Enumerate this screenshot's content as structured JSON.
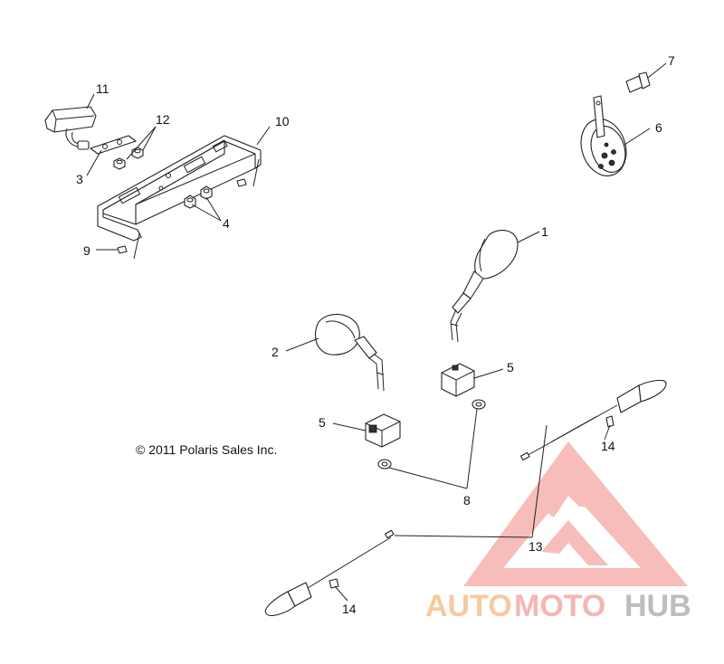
{
  "diagram": {
    "copyright": "© 2011 Polaris Sales Inc.",
    "callouts": [
      {
        "id": "11",
        "text": "11"
      },
      {
        "id": "12",
        "text": "12"
      },
      {
        "id": "10",
        "text": "10"
      },
      {
        "id": "3",
        "text": "3"
      },
      {
        "id": "4",
        "text": "4"
      },
      {
        "id": "9",
        "text": "9"
      },
      {
        "id": "7",
        "text": "7"
      },
      {
        "id": "6",
        "text": "6"
      },
      {
        "id": "1",
        "text": "1"
      },
      {
        "id": "2",
        "text": "2"
      },
      {
        "id": "5a",
        "text": "5"
      },
      {
        "id": "5b",
        "text": "5"
      },
      {
        "id": "14a",
        "text": "14"
      },
      {
        "id": "8",
        "text": "8"
      },
      {
        "id": "13",
        "text": "13"
      },
      {
        "id": "14b",
        "text": "14"
      }
    ]
  },
  "watermark": {
    "word_part1": "AUTO",
    "word_part2": "MOTO",
    "word_part3": "HUB",
    "color_part1": "#f7c9a0",
    "color_part2": "#f5b6b3",
    "color_part3": "#c0c0c0",
    "logo_color": "#f5a7a3"
  }
}
